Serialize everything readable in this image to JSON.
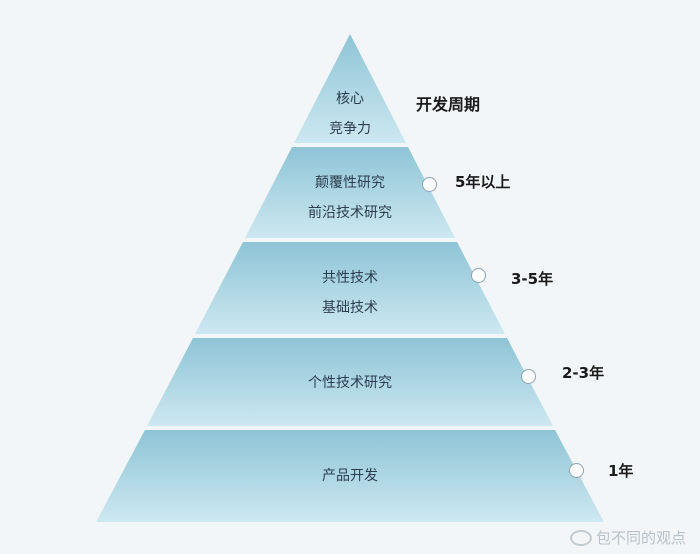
{
  "diagram": {
    "header": "开发周期",
    "layers": [
      {
        "lines": [
          "核心",
          "竞争力"
        ],
        "period": ""
      },
      {
        "lines": [
          "颠覆性研究",
          "前沿技术研究"
        ],
        "period": "5年以上"
      },
      {
        "lines": [
          "共性技术",
          "基础技术"
        ],
        "period": "3-5年"
      },
      {
        "lines": [
          "个性技术研究"
        ],
        "period": "2-3年"
      },
      {
        "lines": [
          "产品开发"
        ],
        "period": "1年"
      }
    ]
  },
  "watermark": "包不同的观点",
  "colors": {
    "top": "#8ec4d6",
    "bottom": "#cbe7f0",
    "gap": "#ffffff"
  }
}
